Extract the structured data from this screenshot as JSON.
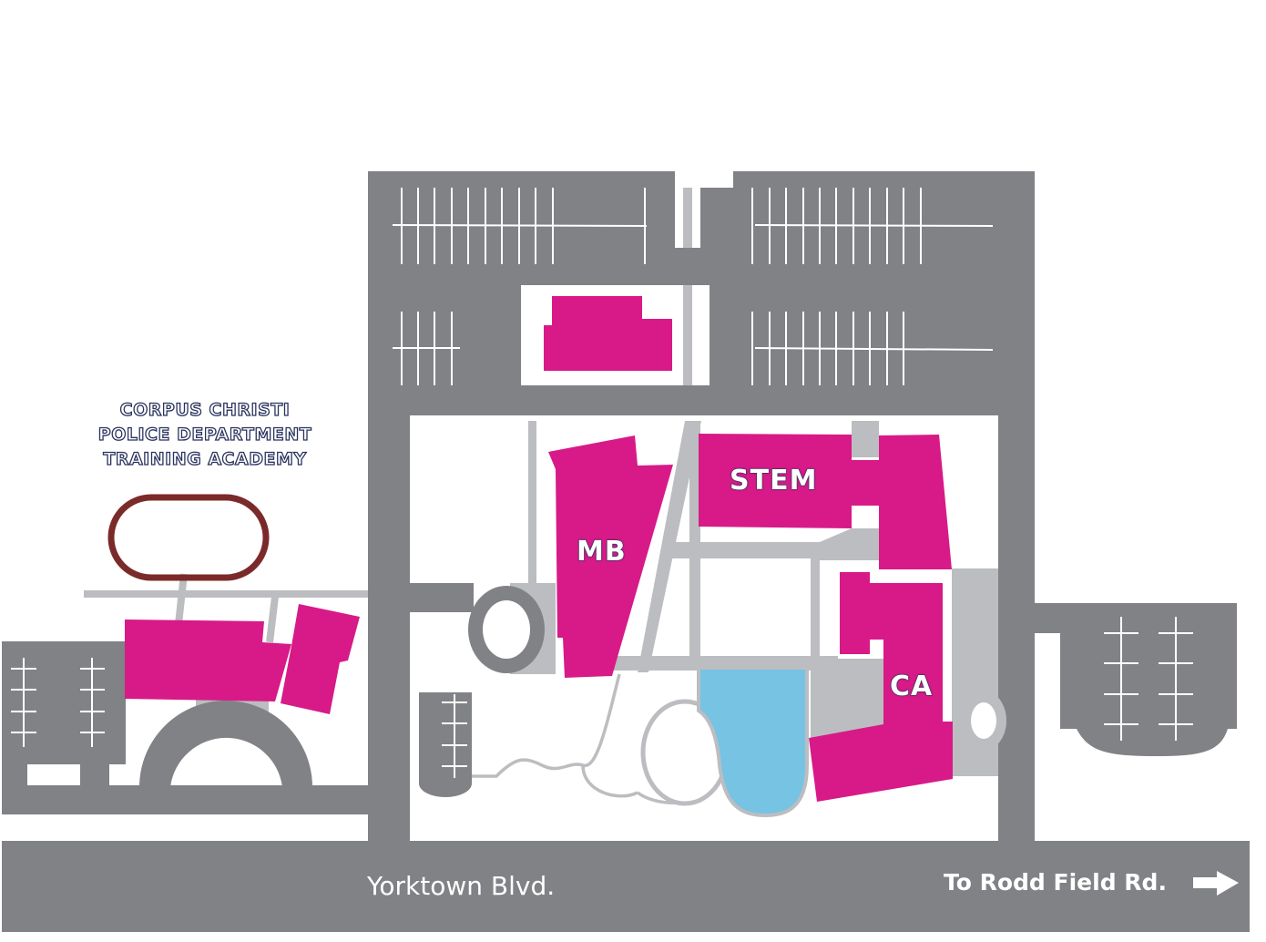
{
  "map": {
    "title_lines": [
      "CORPUS CHRISTI",
      "POLICE DEPARTMENT",
      "TRAINING ACADEMY"
    ],
    "buildings": [
      {
        "id": "stem",
        "label": "STEM"
      },
      {
        "id": "mb",
        "label": "MB"
      },
      {
        "id": "ca",
        "label": "CA"
      }
    ],
    "roads": {
      "main": "Yorktown Blvd.",
      "direction": "To Rodd Field Rd."
    },
    "icons": {
      "direction_arrow": "arrow-right-icon"
    },
    "colors": {
      "road": "#818286",
      "path": "#bcbdc0",
      "building": "#d71a88",
      "water": "#76c3e4",
      "track": "#7b2a2a",
      "background": "#ffffff",
      "label_outline": "#2a335e"
    }
  }
}
